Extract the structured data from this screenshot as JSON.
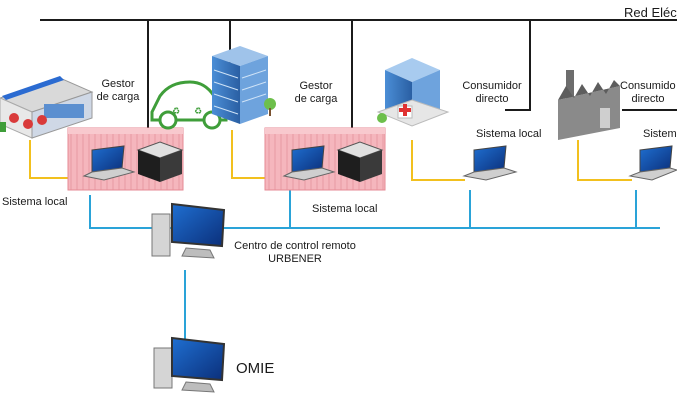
{
  "grid": {
    "label": "Red Eléctrica",
    "line_color": "#1b1b1b"
  },
  "nodes": {
    "gestor1": {
      "label_line1": "Gestor",
      "label_line2": "de carga",
      "local_label": "Sistema local"
    },
    "gestor2": {
      "label_line1": "Gestor",
      "label_line2": "de carga",
      "local_label": "Sistema local"
    },
    "consumidor1": {
      "label_line1": "Consumidor",
      "label_line2": "directo",
      "local_label": "Sistema local"
    },
    "consumidor2": {
      "label_line1": "Consumidor",
      "label_line2": "directo",
      "local_label": "Sistema local"
    }
  },
  "control_center": {
    "label_line1": "Centro de control remoto",
    "label_line2": "URBENER"
  },
  "market": {
    "label": "OMIE"
  },
  "colors": {
    "data_link": "#2aa3d8",
    "power_link": "#f2c01e",
    "container": "#f5b6bd",
    "ev_green": "#3f9e3a"
  }
}
